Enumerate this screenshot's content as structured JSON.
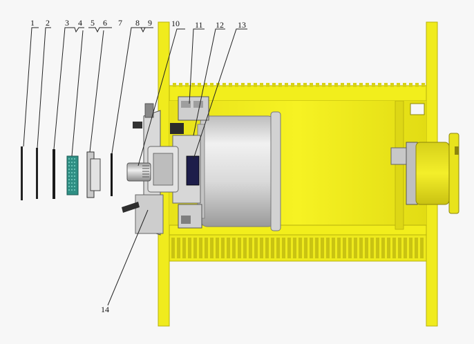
{
  "callouts": [
    {
      "id": "1",
      "label": "1"
    },
    {
      "id": "2",
      "label": "2"
    },
    {
      "id": "3",
      "label": "3"
    },
    {
      "id": "4",
      "label": "4"
    },
    {
      "id": "5",
      "label": "5"
    },
    {
      "id": "6",
      "label": "6"
    },
    {
      "id": "7",
      "label": "7"
    },
    {
      "id": "8",
      "label": "8"
    },
    {
      "id": "9",
      "label": "9"
    },
    {
      "id": "10",
      "label": "10"
    },
    {
      "id": "11",
      "label": "11"
    },
    {
      "id": "12",
      "label": "12"
    },
    {
      "id": "13",
      "label": "13"
    },
    {
      "id": "14",
      "label": "14"
    }
  ],
  "colors": {
    "frame_yellow": "#f2ee1c",
    "frame_yellow_dark": "#c8c20f",
    "drum_inner": "#e9e31a",
    "motor_grey": "#d8d8d8",
    "motor_shadow": "#a8a8a8",
    "seal_teal": "#2f8f84",
    "leader_line": "#222222"
  }
}
